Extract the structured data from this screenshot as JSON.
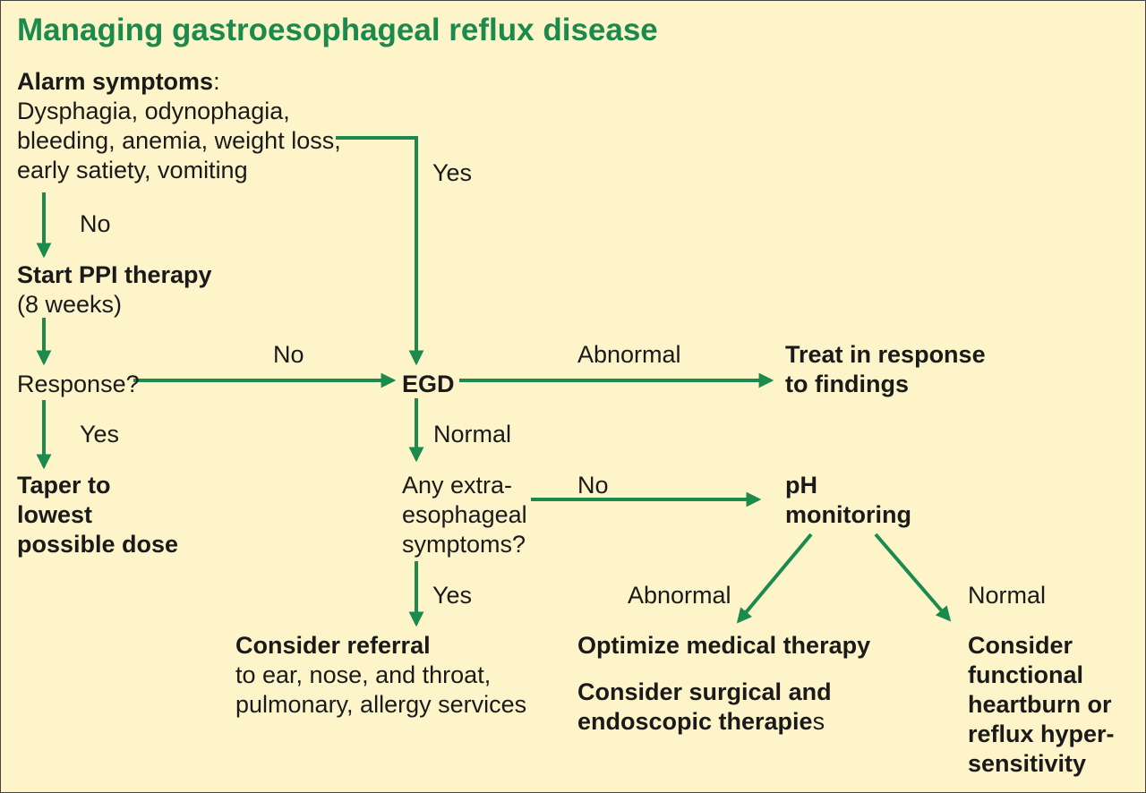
{
  "title": "Managing gastroesophageal reflux disease",
  "colors": {
    "accent": "#1b8a4d",
    "background": "#fdf4c9",
    "text": "#1a1a1a"
  },
  "nodes": {
    "alarm": {
      "heading": "Alarm symptoms",
      "colon": ":",
      "lines": [
        "Dysphagia, odynophagia,",
        "bleeding, anemia, weight loss,",
        "early satiety, vomiting"
      ]
    },
    "ppi": {
      "heading": "Start PPI therapy",
      "sub": "(8 weeks)"
    },
    "response": {
      "text": "Response?"
    },
    "taper": {
      "lines": [
        "Taper to",
        "lowest",
        "possible dose"
      ]
    },
    "egd": {
      "text": "EGD"
    },
    "treat": {
      "lines": [
        "Treat in response",
        "to findings"
      ]
    },
    "extra": {
      "lines": [
        "Any extra-",
        "esophageal",
        "symptoms?"
      ]
    },
    "ph": {
      "lines": [
        "pH",
        "monitoring"
      ]
    },
    "referral": {
      "heading": "Consider referral",
      "lines": [
        "to ear, nose, and throat,",
        "pulmonary, allergy services"
      ]
    },
    "optimize": {
      "line1": "Optimize medical therapy",
      "line2": "Consider surgical and",
      "line3_bold": "endoscopic therapie",
      "line3_tail": "s"
    },
    "functional": {
      "lines": [
        "Consider",
        "functional",
        "heartburn or",
        "reflux hyper-",
        "sensitivity"
      ]
    }
  },
  "edge_labels": {
    "alarm_yes": "Yes",
    "alarm_no": "No",
    "response_no": "No",
    "response_yes": "Yes",
    "egd_abnormal": "Abnormal",
    "egd_normal": "Normal",
    "extra_no": "No",
    "extra_yes": "Yes",
    "ph_abnormal": "Abnormal",
    "ph_normal": "Normal"
  }
}
